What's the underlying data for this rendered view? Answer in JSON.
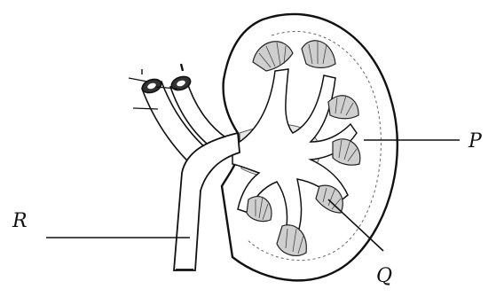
{
  "diagram": {
    "labels": {
      "P": "P",
      "Q": "Q",
      "R": "R"
    },
    "colors": {
      "stroke": "#111111",
      "fill": "#ffffff",
      "shade": "#d9d9d9",
      "dark": "#333333"
    }
  }
}
